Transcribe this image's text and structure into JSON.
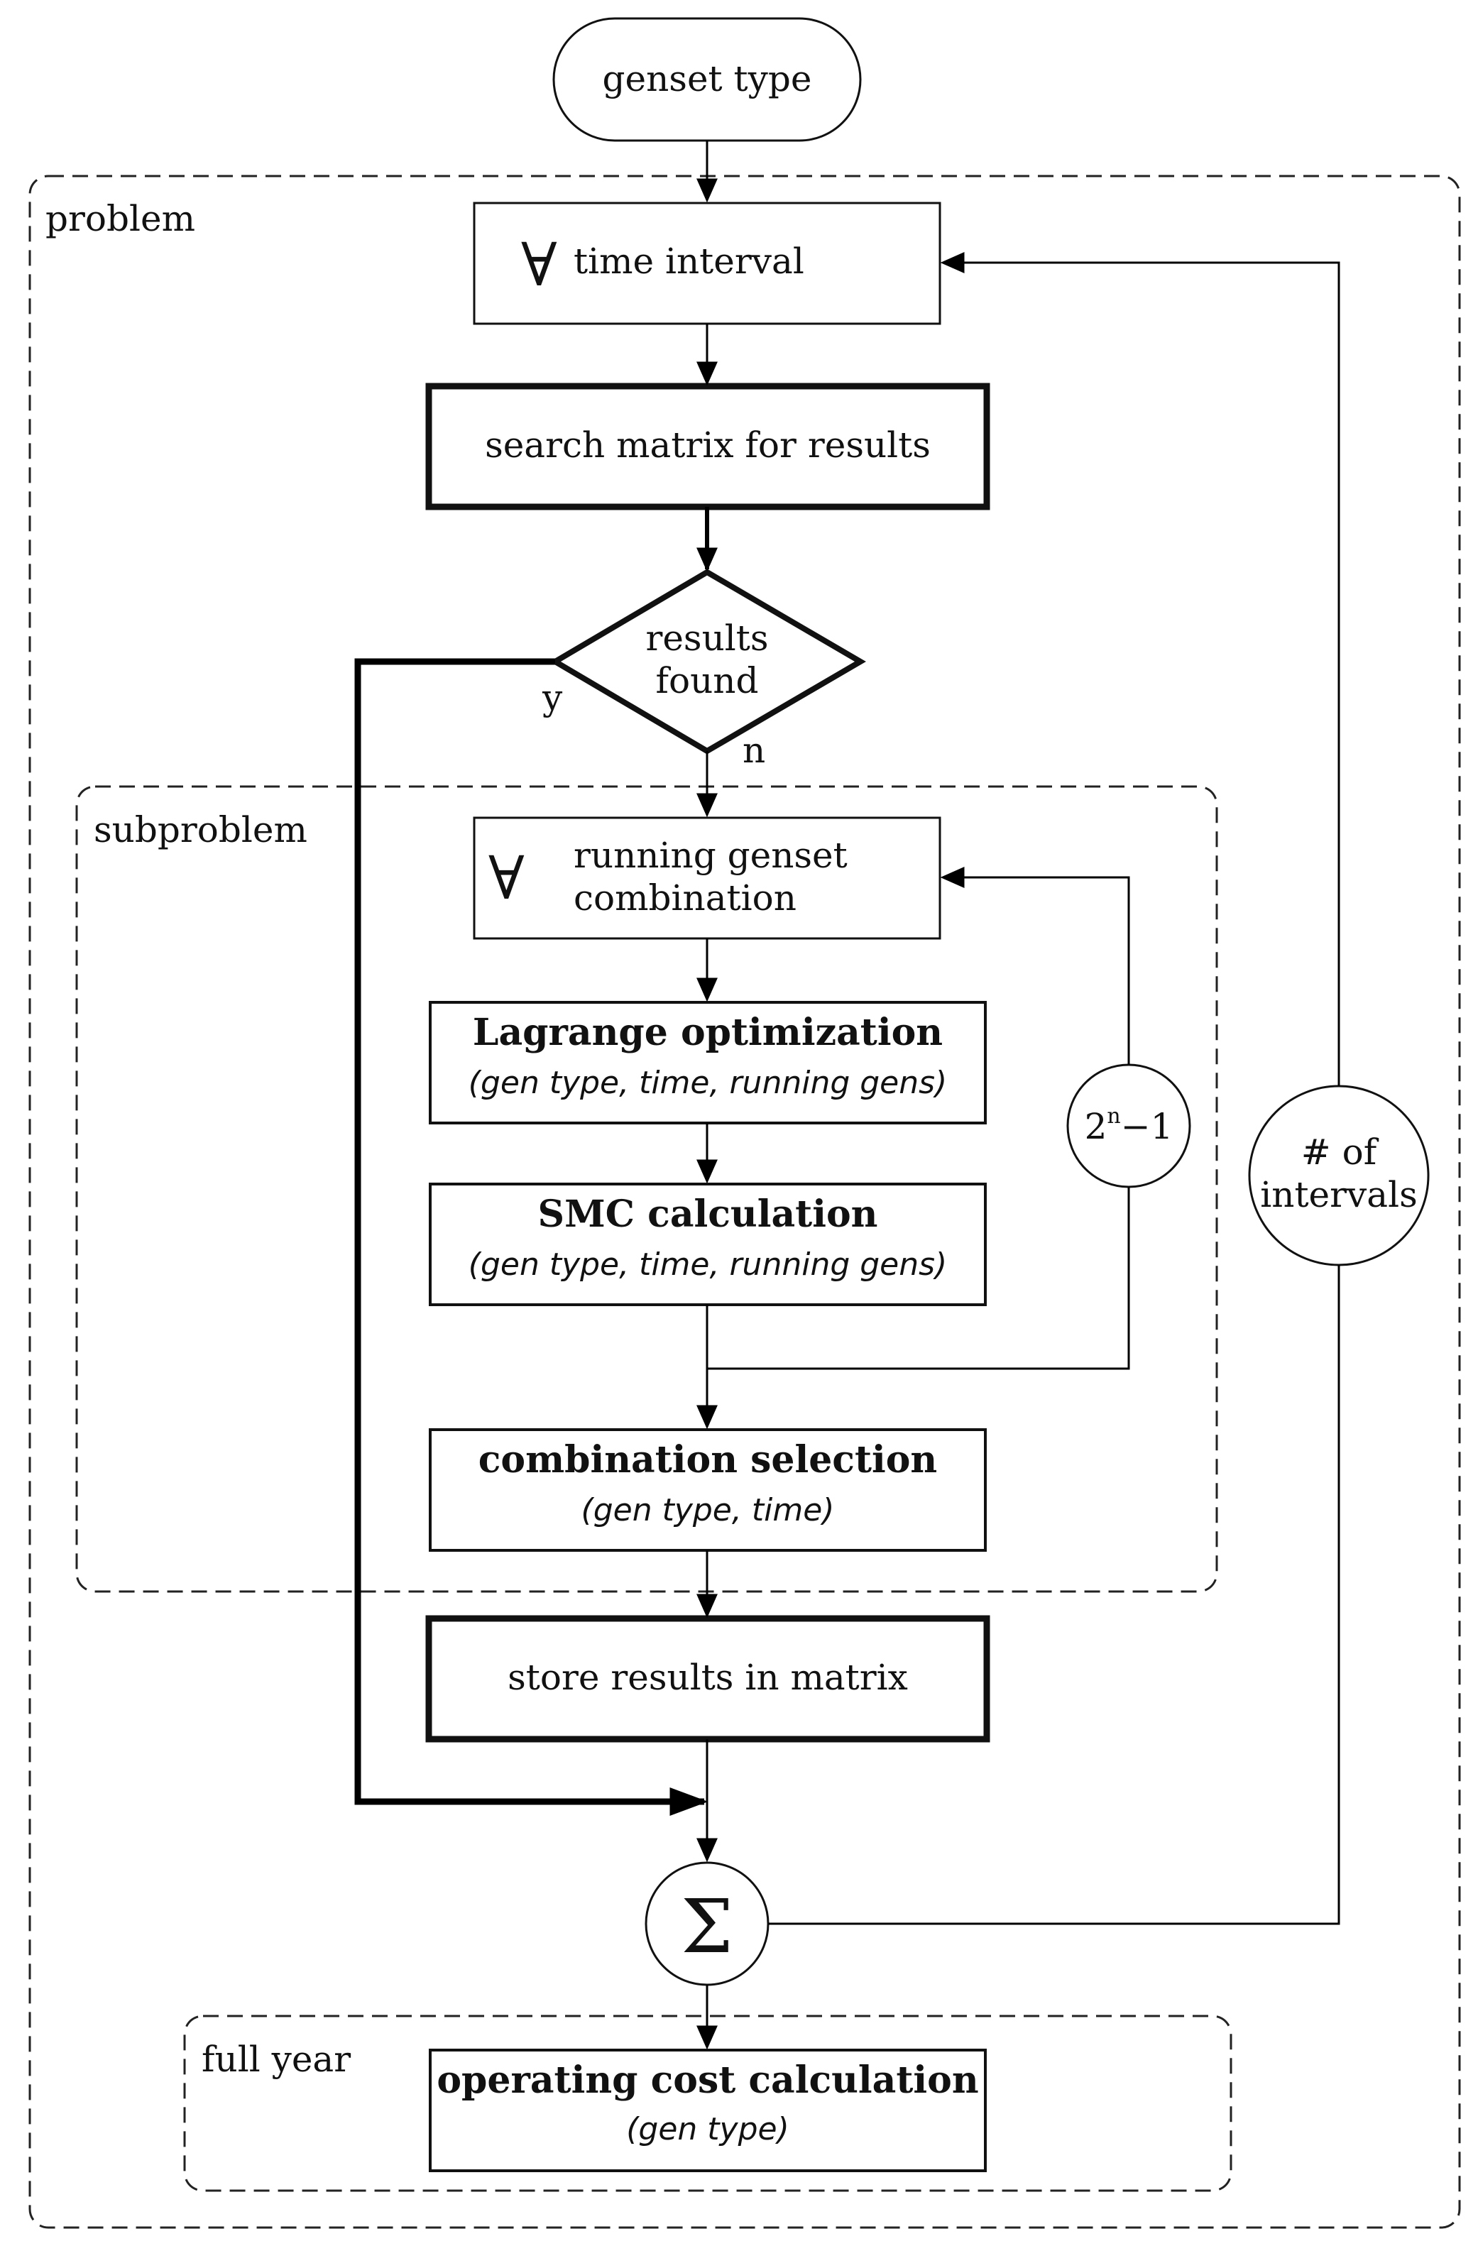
{
  "start": {
    "label": "genset type"
  },
  "groups": {
    "problem": "problem",
    "subproblem": "subproblem",
    "full_year": "full year"
  },
  "nodes": {
    "time_interval": {
      "symbol": "∀",
      "label": "time interval"
    },
    "search_matrix": {
      "label": "search matrix for results"
    },
    "decision": {
      "line1": "results",
      "line2": "found",
      "yes": "y",
      "no": "n"
    },
    "running_genset": {
      "symbol": "∀",
      "line1": "running genset",
      "line2": "combination"
    },
    "lagrange": {
      "title": "Lagrange optimization",
      "params": "(gen type, time, running gens)"
    },
    "smc": {
      "title": "SMC calculation",
      "params": "(gen type, time, running gens)"
    },
    "combination_selection": {
      "title": "combination selection",
      "params": "(gen type, time)"
    },
    "store_results": {
      "label": "store results in matrix"
    },
    "sum": {
      "symbol": "Σ"
    },
    "operating_cost": {
      "title": "operating cost calculation",
      "params": "(gen type)"
    }
  },
  "loops": {
    "inner": {
      "base": "2",
      "exp": "n",
      "suffix": "−1"
    },
    "outer": {
      "line1": "# of",
      "line2": "intervals"
    }
  }
}
